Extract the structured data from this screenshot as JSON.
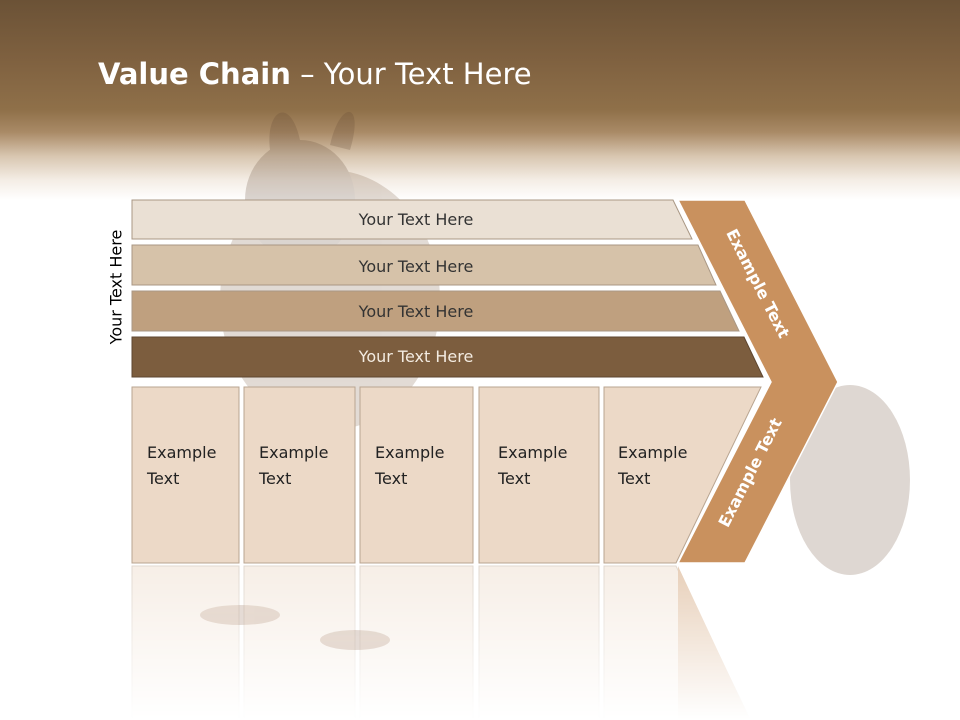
{
  "slide": {
    "title_bold": "Value Chain",
    "title_rest": " – Your Text Here",
    "side_label": "Your Text Here"
  },
  "support_bars": [
    {
      "label": "Your Text Here",
      "fill": "#eae0d4",
      "text_color": "#333333"
    },
    {
      "label": "Your Text Here",
      "fill": "#d6c2a9",
      "text_color": "#333333"
    },
    {
      "label": "Your Text Here",
      "fill": "#bfa07f",
      "text_color": "#333333"
    },
    {
      "label": "Your Text Here",
      "fill": "#7c5d3e",
      "text_color": "#f3ebe1"
    }
  ],
  "primary_boxes": [
    {
      "line1": "Example",
      "line2": "Text"
    },
    {
      "line1": "Example",
      "line2": "Text"
    },
    {
      "line1": "Example",
      "line2": "Text"
    },
    {
      "line1": "Example",
      "line2": "Text"
    },
    {
      "line1": "Example",
      "line2": "Text"
    }
  ],
  "chevron": {
    "upper_label": "Example Text",
    "lower_label": "Example Text",
    "fill": "#c9915e"
  },
  "colors": {
    "box_fill": "#ecd9c7",
    "box_stroke": "#b9a591",
    "header_brown": "#7f6140"
  }
}
